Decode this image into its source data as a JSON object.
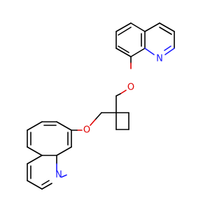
{
  "structure": {
    "atoms": {
      "nitrogen_top": {
        "symbol": "N",
        "color": "#1a1aff"
      },
      "oxygen_top": {
        "symbol": "O",
        "color": "#e00000"
      },
      "oxygen_bottom": {
        "symbol": "O",
        "color": "#e00000"
      },
      "nitrogen_bottom": {
        "symbol": "N",
        "color": "#1a1aff"
      }
    },
    "bond_color": "#000000",
    "background": "#ffffff"
  }
}
